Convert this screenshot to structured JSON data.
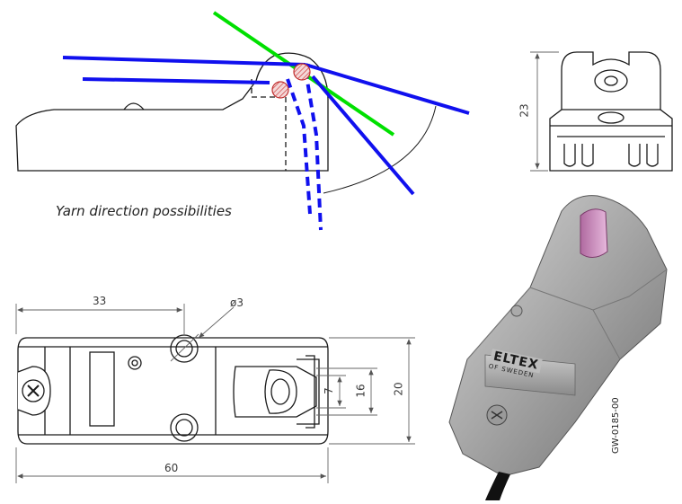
{
  "caption": "Yarn direction possibilities",
  "dimensions": {
    "d33": "33",
    "dia3": "ø3",
    "d60": "60",
    "d7": "7",
    "d16": "16",
    "d20": "20",
    "d23": "23"
  },
  "photo": {
    "brand": "ELTEX",
    "brand_sub": "OF SWEDEN"
  },
  "doc_id": "GW-0185-00",
  "colors": {
    "yarn_primary": "#1010ee",
    "yarn_alternate": "#00e000",
    "hatch": "#d04040",
    "line": "#1a1a1a",
    "dim": "#666666"
  }
}
